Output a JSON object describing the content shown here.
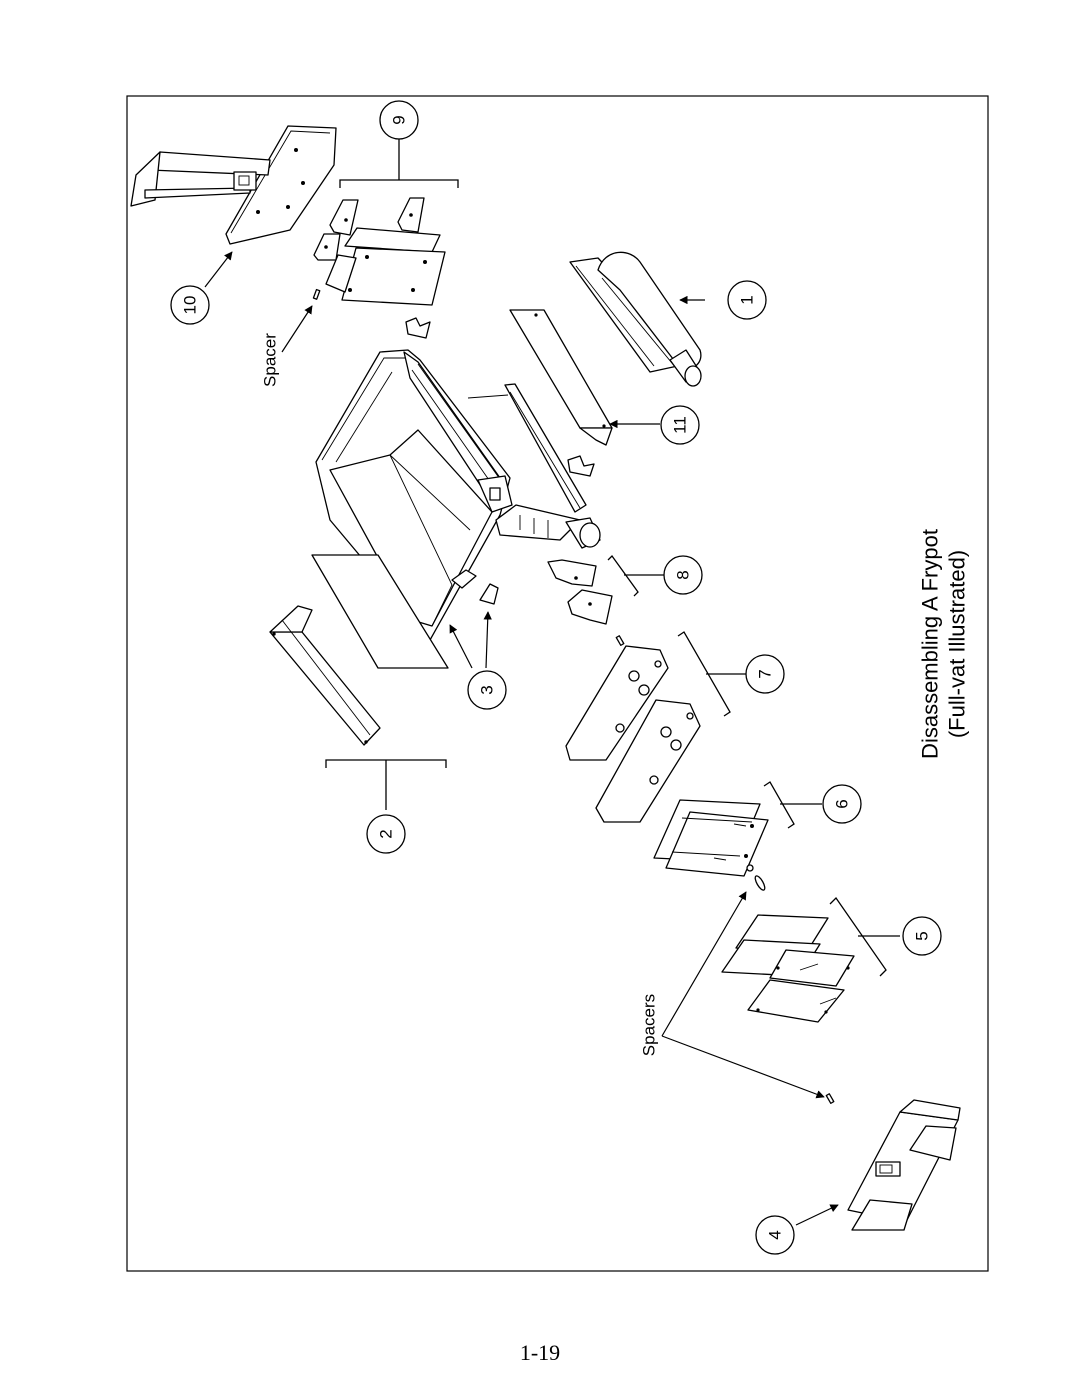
{
  "figure": {
    "title": "Disassembling A Frypot",
    "subtitle": "(Full-vat Illustrated)",
    "callouts": [
      "1",
      "2",
      "3",
      "4",
      "5",
      "6",
      "7",
      "8",
      "9",
      "10",
      "11"
    ],
    "labels": {
      "spacer": "Spacer",
      "spacers": "Spacers"
    }
  },
  "page_number": "1-19"
}
